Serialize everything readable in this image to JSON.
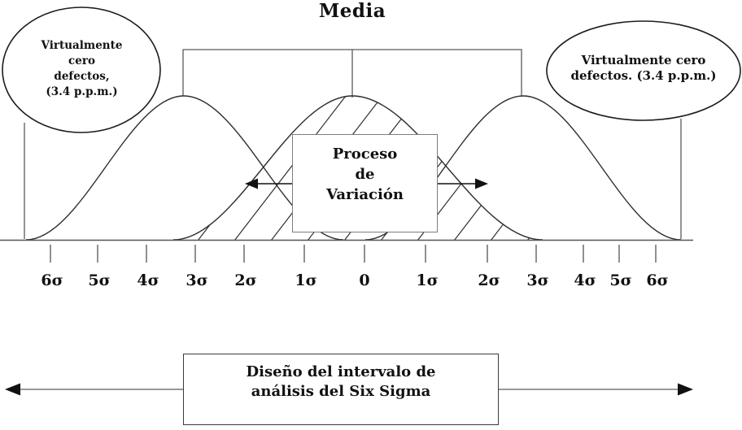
{
  "title": "Media",
  "colors": {
    "background": "#ffffff",
    "ink": "#111111",
    "guide_line": "#5a5a5a",
    "curve_line": "#2e2e2e"
  },
  "callouts": {
    "left": {
      "lines": [
        "Virtualmente",
        "cero",
        "defectos,",
        "(3.4 p.p.m.)"
      ]
    },
    "right": {
      "lines": [
        "Virtualmente cero",
        "defectos. (3.4 p.p.m.)"
      ]
    }
  },
  "process_box": {
    "lines": [
      "Proceso",
      "de",
      "Variación"
    ]
  },
  "axis": {
    "labels": [
      "6σ",
      "5σ",
      "4σ",
      "3σ",
      "2σ",
      "1σ",
      "0",
      "1σ",
      "2σ",
      "3σ",
      "4σ",
      "5σ",
      "6σ"
    ]
  },
  "bottom_box": {
    "lines": [
      "Diseño del intervalo de",
      "análisis del Six Sigma"
    ]
  }
}
